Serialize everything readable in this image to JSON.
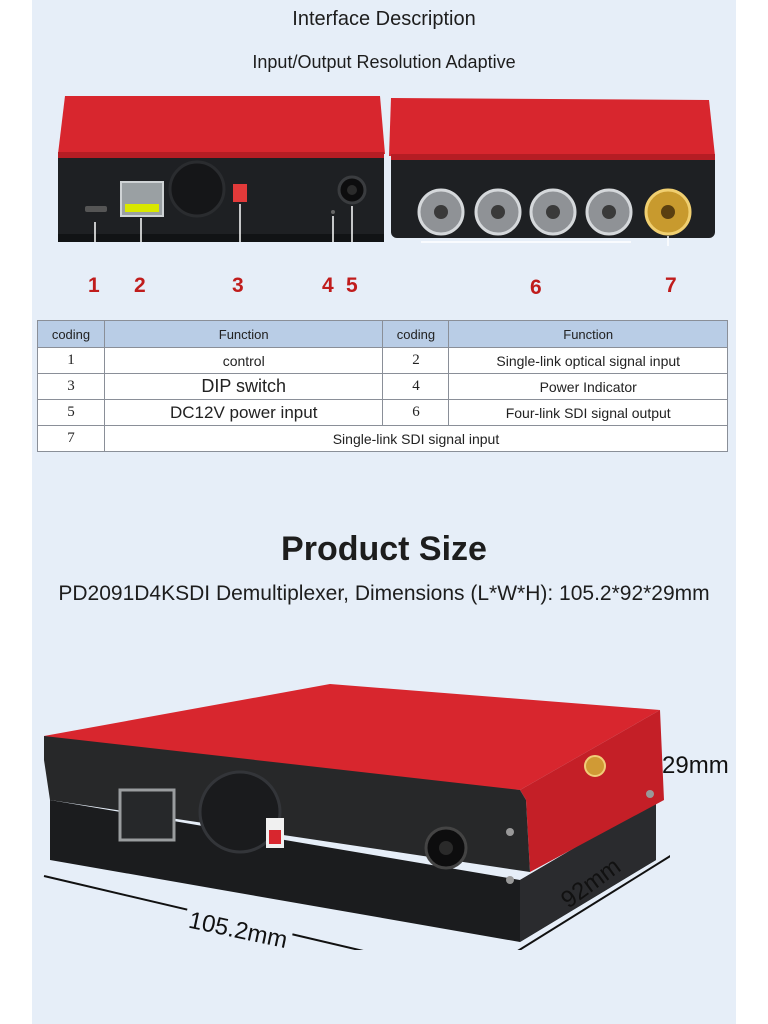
{
  "header": {
    "title": "Interface Description",
    "subtitle": "Input/Output Resolution Adaptive"
  },
  "callouts": [
    "1",
    "2",
    "3",
    "4",
    "5",
    "6",
    "7"
  ],
  "table": {
    "headers": [
      "coding",
      "Function",
      "coding",
      "Function"
    ],
    "rows": [
      {
        "c1": "1",
        "f1": "control",
        "c2": "2",
        "f2": "Single-link optical signal input"
      },
      {
        "c1": "3",
        "f1": "DIP switch",
        "c2": "4",
        "f2": "Power Indicator"
      },
      {
        "c1": "5",
        "f1": "DC12V power input",
        "c2": "6",
        "f2": "Four-link SDI signal output"
      },
      {
        "c1": "7",
        "f1": "Single-link SDI signal input"
      }
    ]
  },
  "product": {
    "title": "Product Size",
    "description": "PD2091D4KSDI Demultiplexer, Dimensions (L*W*H): 105.2*92*29mm",
    "dim_height": "29mm",
    "dim_width": "92mm",
    "dim_length": "105.2mm"
  },
  "colors": {
    "panel_bg": "#e6eef8",
    "device_red": "#d8262e",
    "device_black": "#1e2023",
    "callout_red": "#c01c1c",
    "table_header": "#b9cde6"
  }
}
